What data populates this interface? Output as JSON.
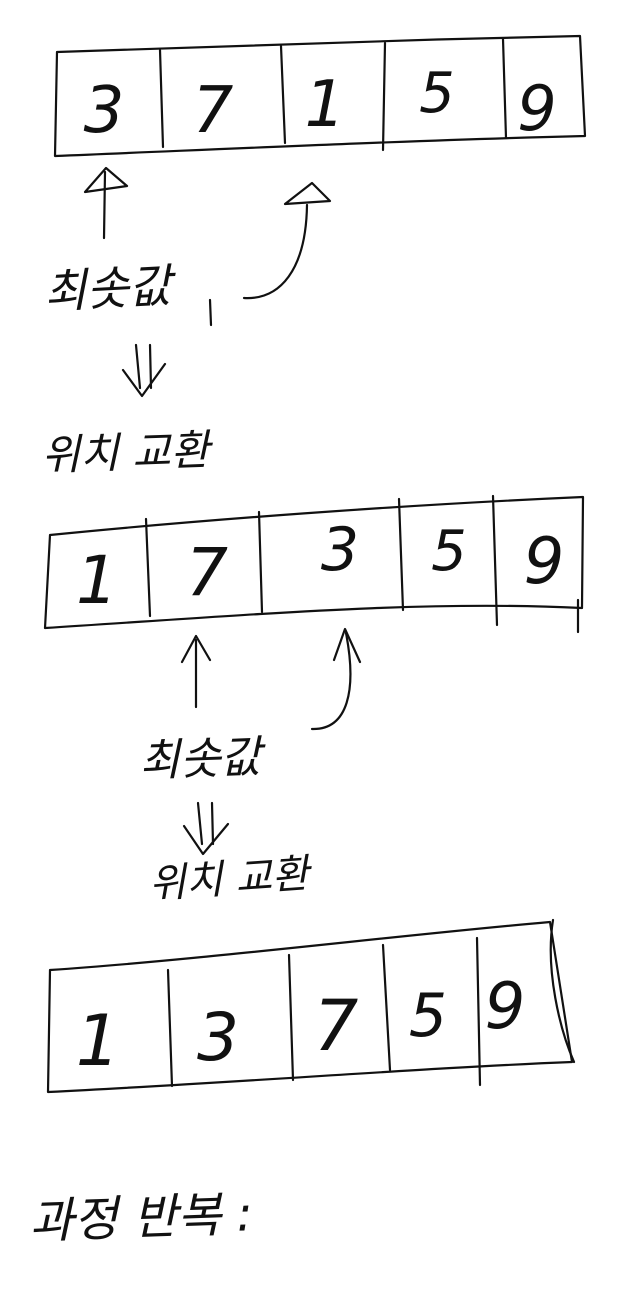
{
  "arrays": [
    {
      "values": [
        "3",
        "7",
        "1",
        "5",
        "9"
      ]
    },
    {
      "values": [
        "1",
        "7",
        "3",
        "5",
        "9"
      ]
    },
    {
      "values": [
        "1",
        "3",
        "7",
        "5",
        "9"
      ]
    }
  ],
  "labels": {
    "compare_1": "최솟값",
    "swap_1": "위치 교환",
    "compare_2": "최솟값",
    "swap_2": "위치 교환",
    "repeat": "과정 반복 :"
  }
}
